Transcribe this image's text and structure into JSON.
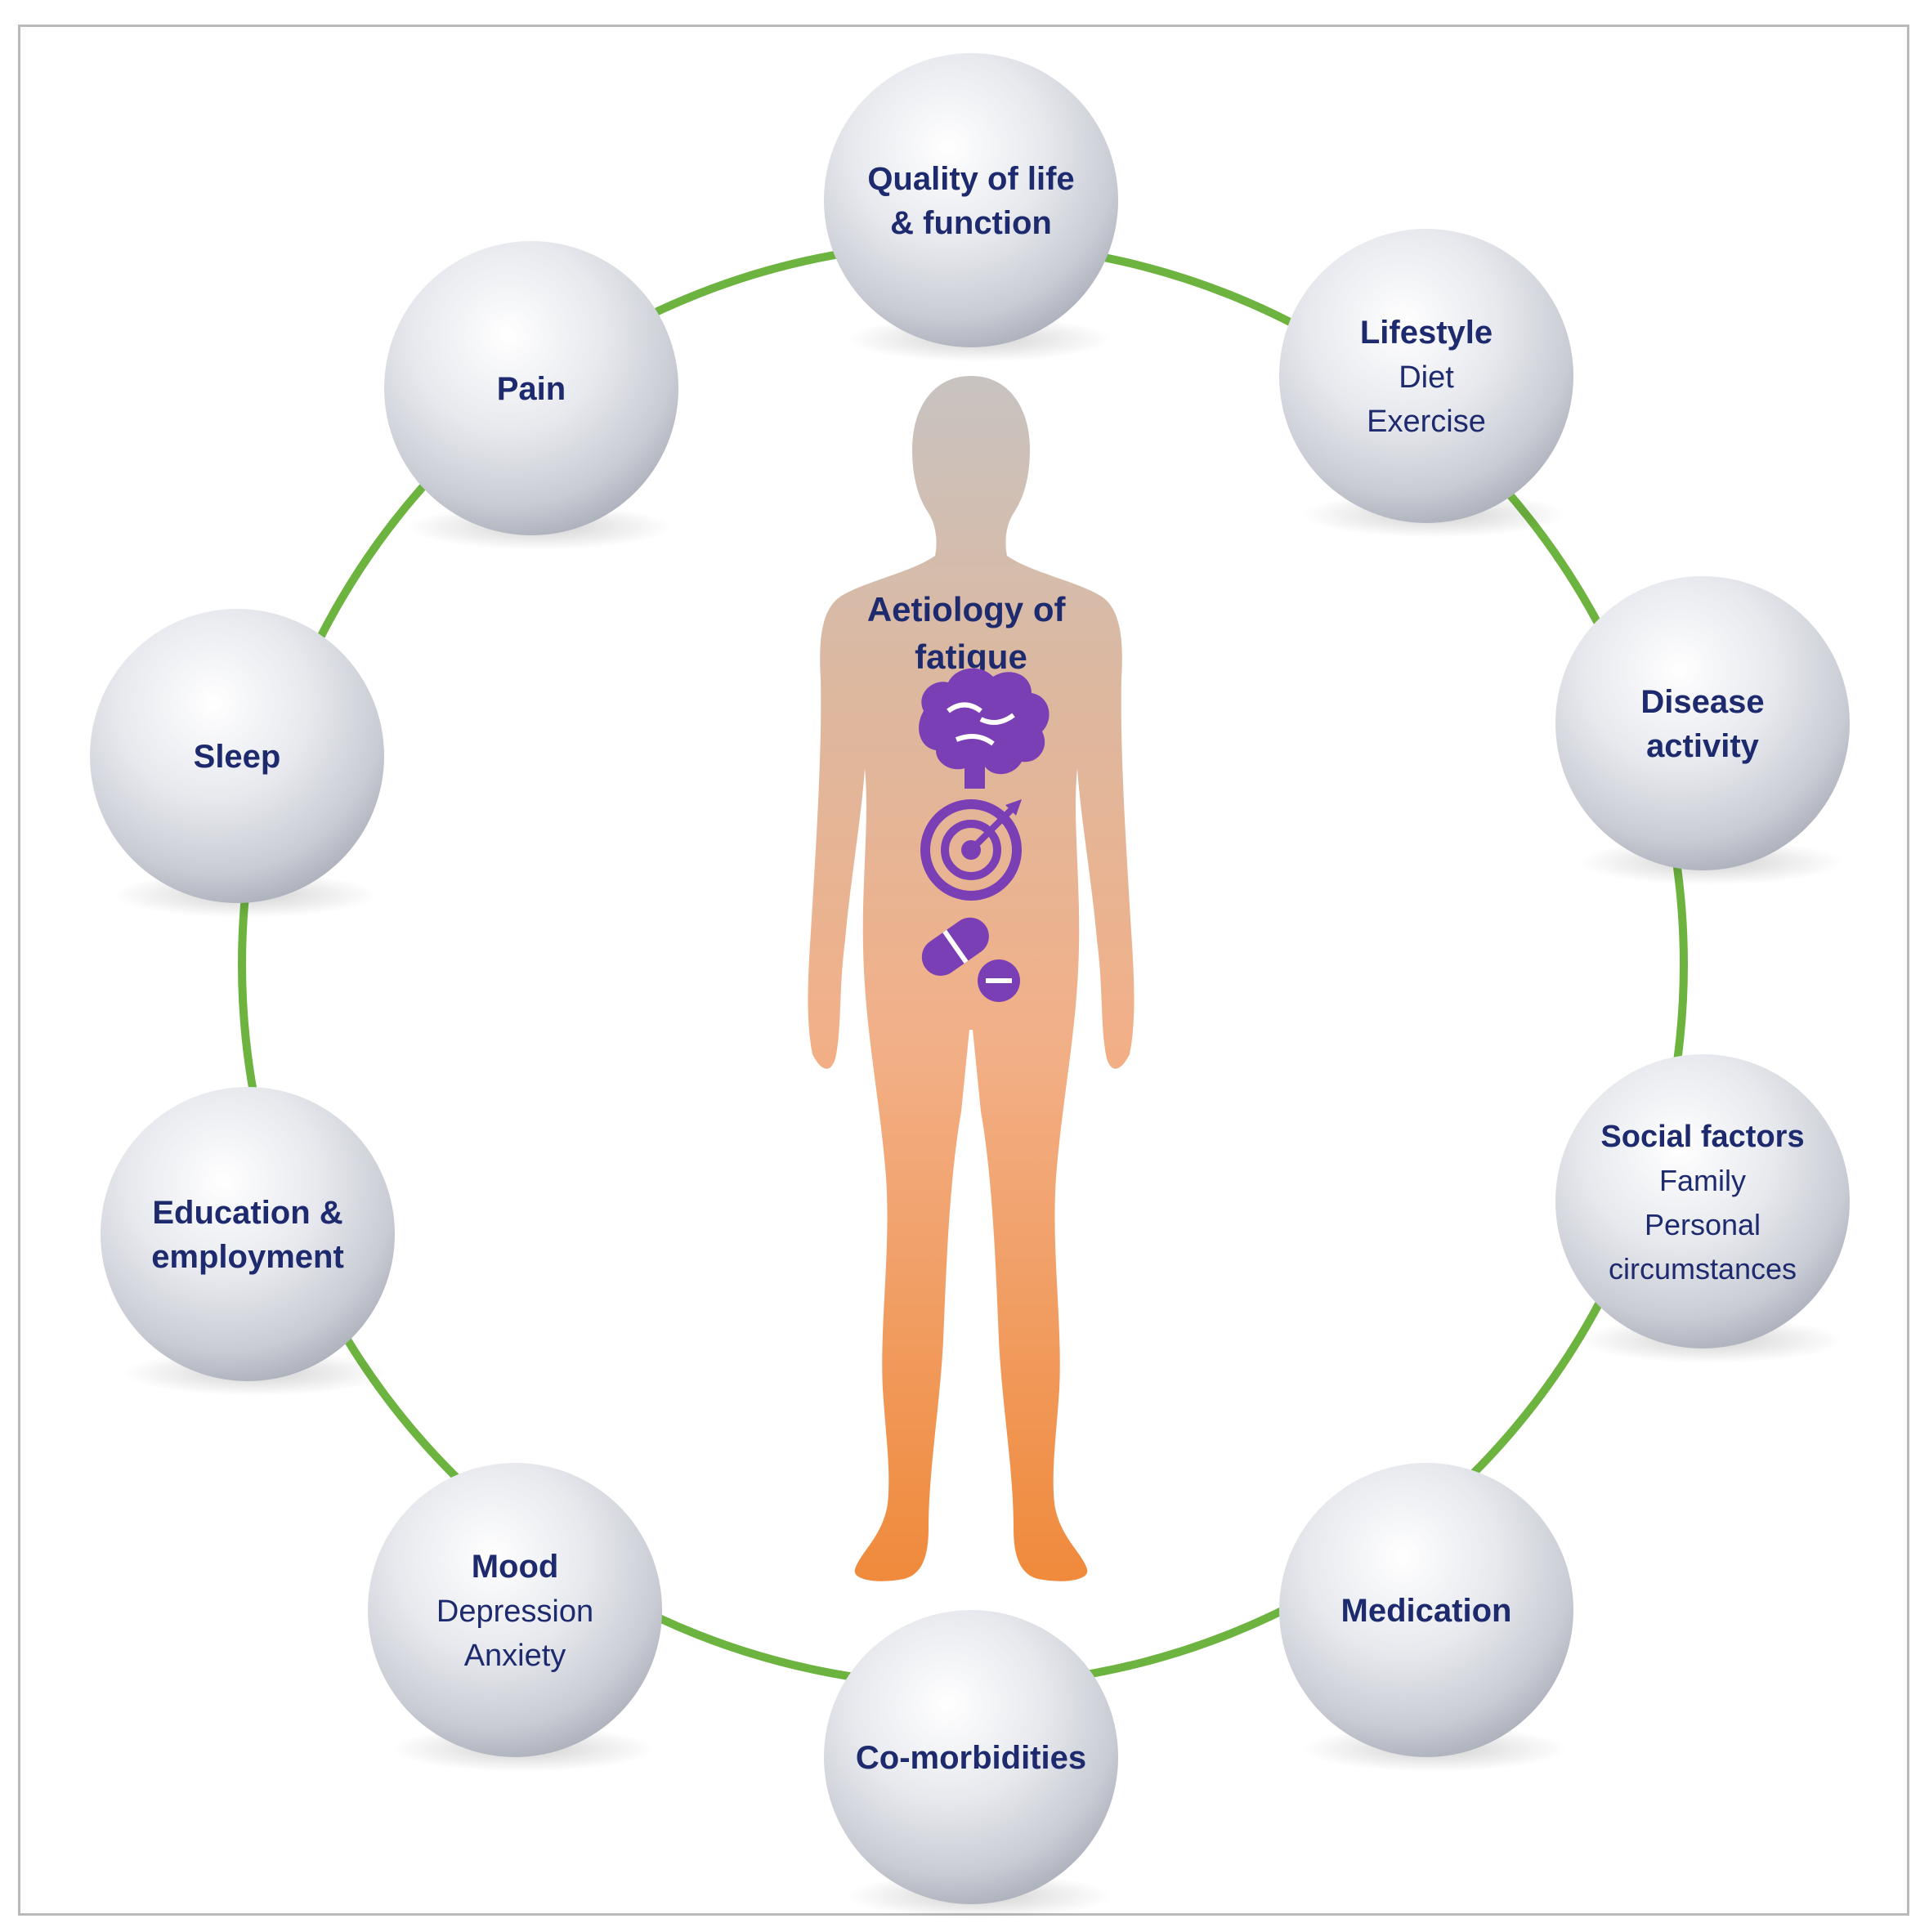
{
  "center": {
    "title_lines": [
      "Aetiology of",
      "fatigue"
    ],
    "icons": [
      "brain-icon",
      "target-icon",
      "pill-icon"
    ]
  },
  "factors": [
    {
      "id": "quality-of-life",
      "title": [
        "Quality of life",
        "& function"
      ],
      "sub": []
    },
    {
      "id": "lifestyle",
      "title": [
        "Lifestyle"
      ],
      "sub": [
        "Diet",
        "Exercise"
      ]
    },
    {
      "id": "disease-activity",
      "title": [
        "Disease",
        "activity"
      ],
      "sub": []
    },
    {
      "id": "social-factors",
      "title": [
        "Social factors"
      ],
      "sub": [
        "Family",
        "Personal",
        "circumstances"
      ]
    },
    {
      "id": "medication",
      "title": [
        "Medication"
      ],
      "sub": []
    },
    {
      "id": "co-morbidities",
      "title": [
        "Co-morbidities"
      ],
      "sub": []
    },
    {
      "id": "mood",
      "title": [
        "Mood"
      ],
      "sub": [
        "Depression",
        "Anxiety"
      ]
    },
    {
      "id": "education-employment",
      "title": [
        "Education &",
        "employment"
      ],
      "sub": []
    },
    {
      "id": "sleep",
      "title": [
        "Sleep"
      ],
      "sub": []
    },
    {
      "id": "pain",
      "title": [
        "Pain"
      ],
      "sub": []
    }
  ],
  "colors": {
    "ring": "#6db33f",
    "text": "#1e2a6e",
    "body_top": "#c8c3c0",
    "body_bottom": "#f08a3c",
    "icons": "#7b3fb5"
  }
}
